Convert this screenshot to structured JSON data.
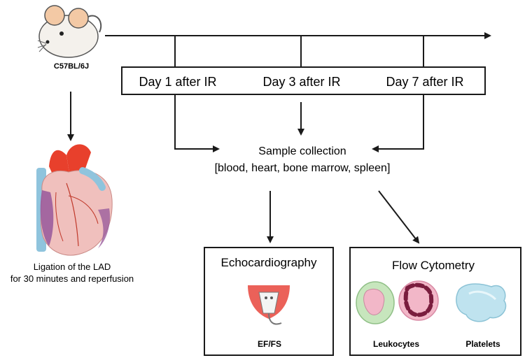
{
  "strain_label": "C57BL/6J",
  "timepoints": [
    "Day 1 after IR",
    "Day 3 after IR",
    "Day 7 after IR"
  ],
  "sample_collection": {
    "title": "Sample collection",
    "detail": "[blood, heart, bone marrow, spleen]"
  },
  "procedure": {
    "line1": "Ligation of the LAD",
    "line2": "for 30 minutes and reperfusion"
  },
  "echo_box": {
    "title": "Echocardiography",
    "readout": "EF/FS"
  },
  "flow_box": {
    "title": "Flow Cytometry",
    "cell_labels": [
      "Leukocytes",
      "Platelets"
    ]
  },
  "icons": [
    "mouse-icon",
    "heart-icon",
    "ultrasound-probe-icon",
    "leukocyte-icon",
    "platelet-icon"
  ],
  "colors": {
    "line": "#1a1a1a",
    "heart_red": "#e8402c",
    "heart_pink": "#f0c0bd",
    "heart_purple": "#9b5d9c",
    "vessel_blue": "#8fc4dd",
    "leukocyte_green": "#c7e6bd",
    "leukocyte_pink": "#f2b7c8",
    "nucleus": "#7a1d3e",
    "platelet_blue": "#bfe3ef"
  }
}
